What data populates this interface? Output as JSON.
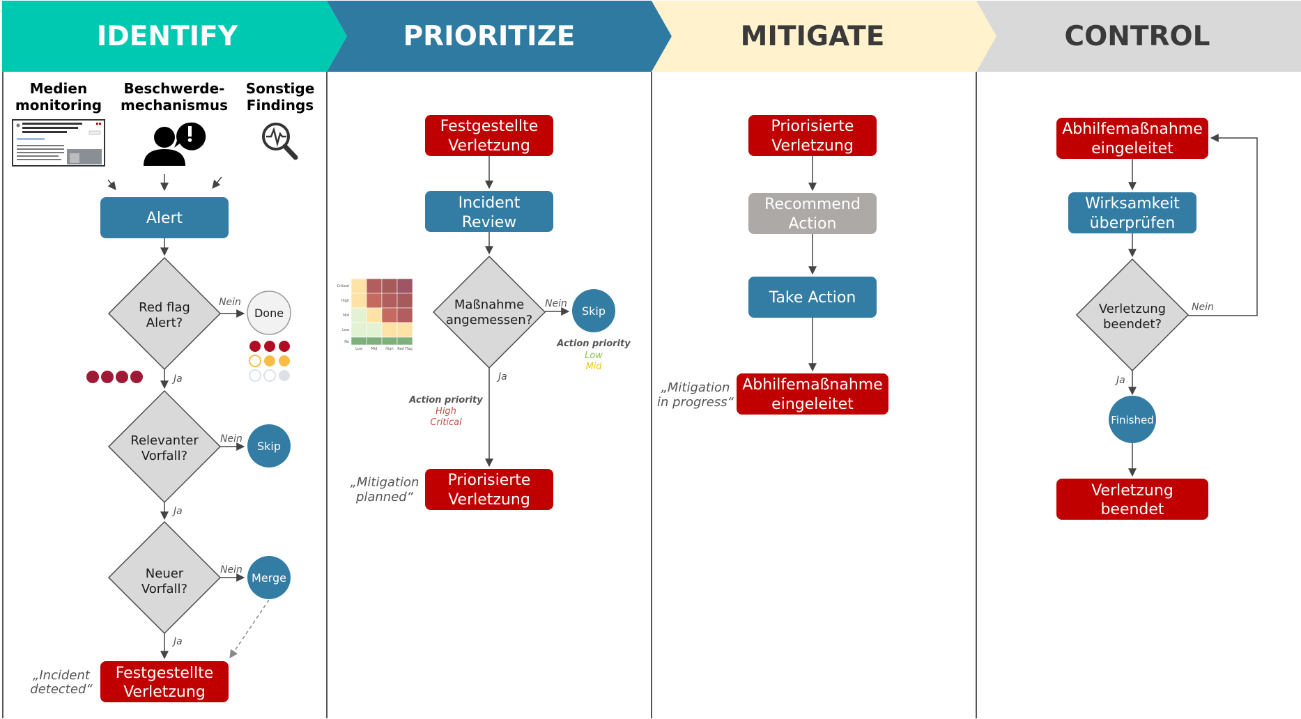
{
  "colors": {
    "identify": "#00C9B1",
    "prioritize": "#2E7AA1",
    "mitigate": "#FFF2CC",
    "control": "#D9D9D9",
    "red_box": "#C00000",
    "blue_box": "#337CA3",
    "gray_box": "#ADA9A7",
    "diamond": "#D9D9D9",
    "dot_red": "#B00C24",
    "dot_orange": "#F8BD45",
    "dot_gray": "#DDE1E6",
    "low": "#8BC34A",
    "mid": "#F0C419",
    "high": "#C0504D"
  },
  "headers": {
    "identify": "IDENTIFY",
    "prioritize": "PRIORITIZE",
    "mitigate": "MITIGATE",
    "control": "CONTROL"
  },
  "identify": {
    "sources": {
      "media_line1": "Medien",
      "media_line2": "monitoring",
      "complaint_line1": "Beschwerde-",
      "complaint_line2": "mechanismus",
      "other_line1": "Sonstige",
      "other_line2": "Findings"
    },
    "alert": "Alert",
    "redflag_line1": "Red flag",
    "redflag_line2": "Alert?",
    "done": "Done",
    "relevant_line1": "Relevanter",
    "relevant_line2": "Vorfall?",
    "skip": "Skip",
    "new_line1": "Neuer",
    "new_line2": "Vorfall?",
    "merge": "Merge",
    "result_line1": "Festgestellte",
    "result_line2": "Verletzung",
    "quote_line1": "„Incident",
    "quote_line2": "detected“",
    "yes": "Ja",
    "no": "Nein"
  },
  "prioritize": {
    "start_line1": "Festgestellte",
    "start_line2": "Verletzung",
    "review_line1": "Incident",
    "review_line2": "Review",
    "decision_line1": "Maßnahme",
    "decision_line2": "angemessen?",
    "skip": "Skip",
    "no": "Nein",
    "yes": "Ja",
    "ap_left_title": "Action priority",
    "ap_left_high": "High",
    "ap_left_critical": "Critical",
    "ap_right_title": "Action priority",
    "ap_right_low": "Low",
    "ap_right_mid": "Mid",
    "result_line1": "Priorisierte",
    "result_line2": "Verletzung",
    "quote_line1": "„Mitigation",
    "quote_line2": "planned“",
    "matrix": {
      "row_labels": [
        "Critical",
        "High",
        "Mid",
        "Low",
        "No"
      ],
      "col_labels": [
        "Low",
        "Mid",
        "High",
        "Red Flag"
      ]
    }
  },
  "mitigate": {
    "start_line1": "Priorisierte",
    "start_line2": "Verletzung",
    "recommend_line1": "Recommend",
    "recommend_line2": "Action",
    "take_action": "Take Action",
    "result_line1": "Abhilfemaßnahme",
    "result_line2": "eingeleitet",
    "quote_line1": "„Mitigation",
    "quote_line2": "in progress“"
  },
  "control": {
    "start_line1": "Abhilfemaßnahme",
    "start_line2": "eingeleitet",
    "check_line1": "Wirksamkeit",
    "check_line2": "überprüfen",
    "decision_line1": "Verletzung",
    "decision_line2": "beendet?",
    "no": "Nein",
    "yes": "Ja",
    "finished": "Finished",
    "result_line1": "Verletzung",
    "result_line2": "beendet"
  }
}
